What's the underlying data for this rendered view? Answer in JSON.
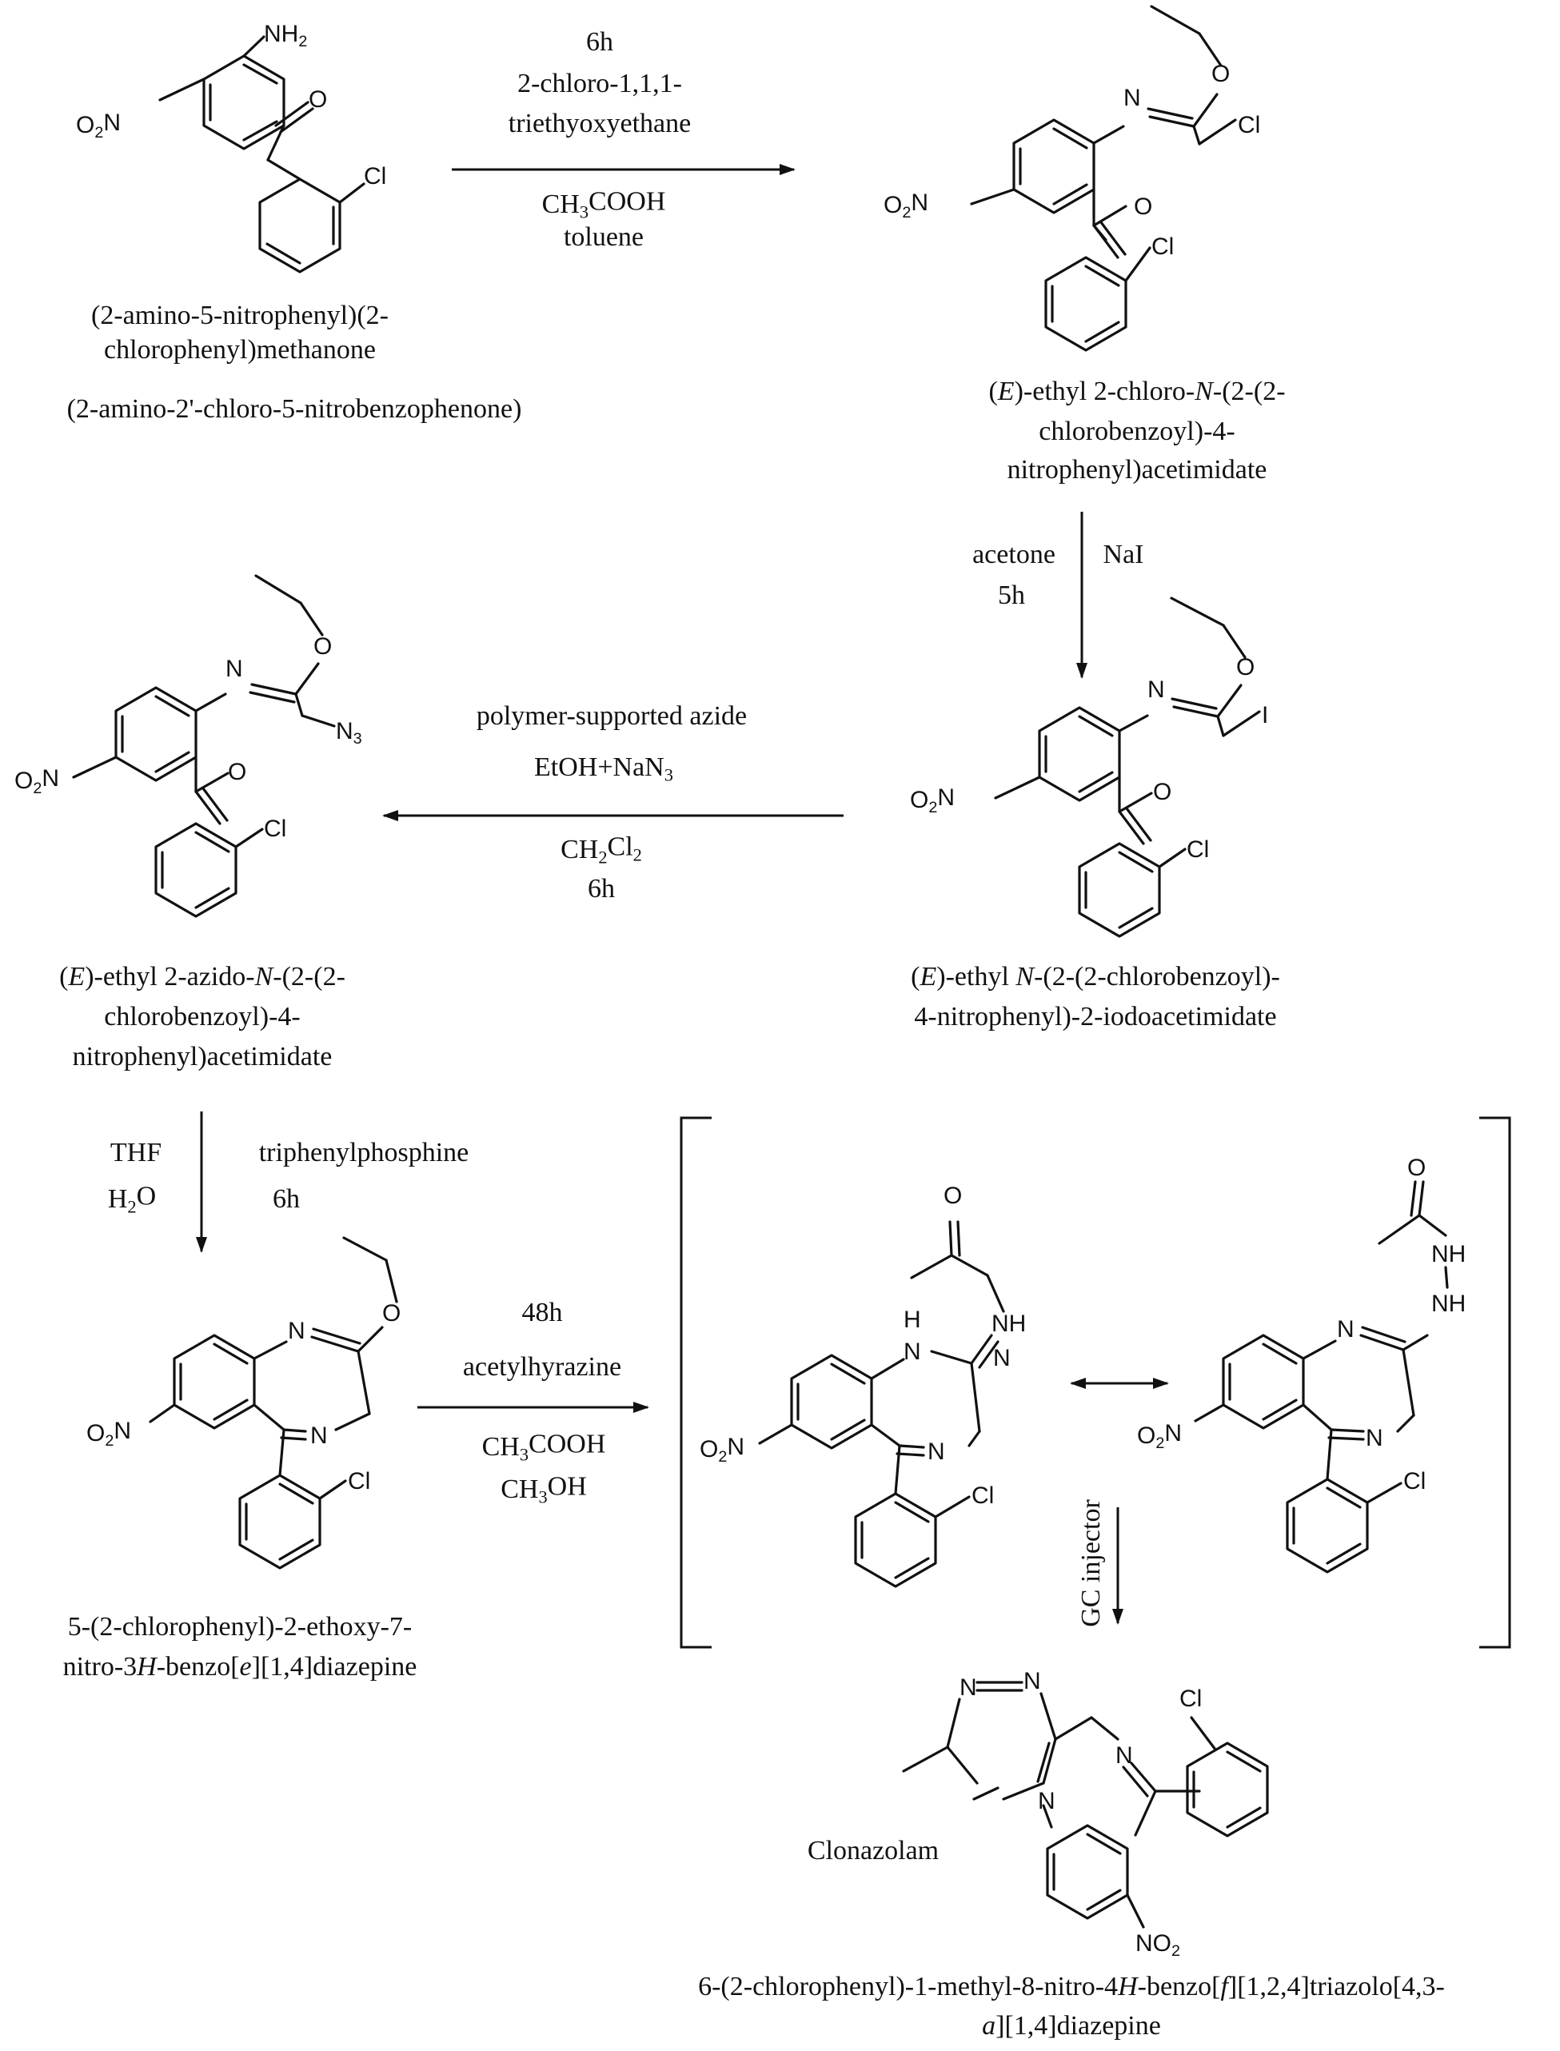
{
  "compounds": {
    "c1": {
      "name_lines": [
        "(2-amino-5-nitrophenyl)(2-",
        "chlorophenyl)methanone"
      ],
      "alt_name": "(2-amino-2'-chloro-5-nitrobenzophenone)"
    },
    "c2": {
      "name_lines": [
        [
          {
            "t": "("
          },
          {
            "t": "E",
            "i": true
          },
          {
            "t": ")-ethyl 2-chloro-"
          },
          {
            "t": "N",
            "i": true
          },
          {
            "t": "-(2-(2-"
          }
        ],
        [
          {
            "t": "chlorobenzoyl)-4-"
          }
        ],
        [
          {
            "t": "nitrophenyl)acetimidate"
          }
        ]
      ]
    },
    "c3": {
      "name_lines": [
        [
          {
            "t": "("
          },
          {
            "t": "E",
            "i": true
          },
          {
            "t": ")-ethyl "
          },
          {
            "t": "N",
            "i": true
          },
          {
            "t": "-(2-(2-chlorobenzoyl)-"
          }
        ],
        [
          {
            "t": "4-nitrophenyl)-2-iodoacetimidate"
          }
        ]
      ]
    },
    "c4": {
      "name_lines": [
        [
          {
            "t": "("
          },
          {
            "t": "E",
            "i": true
          },
          {
            "t": ")-ethyl 2-azido-"
          },
          {
            "t": "N",
            "i": true
          },
          {
            "t": "-(2-(2-"
          }
        ],
        [
          {
            "t": "chlorobenzoyl)-4-"
          }
        ],
        [
          {
            "t": "nitrophenyl)acetimidate"
          }
        ]
      ]
    },
    "c5": {
      "name_lines": [
        [
          {
            "t": "5-(2-chlorophenyl)-2-ethoxy-7-"
          }
        ],
        [
          {
            "t": "nitro-3"
          },
          {
            "t": "H",
            "i": true
          },
          {
            "t": "-benzo["
          },
          {
            "t": "e",
            "i": true
          },
          {
            "t": "][1,4]diazepine"
          }
        ]
      ]
    },
    "c8": {
      "label": "Clonazolam",
      "name_lines": [
        [
          {
            "t": "6-(2-chlorophenyl)-1-methyl-8-nitro-4"
          },
          {
            "t": "H",
            "i": true
          },
          {
            "t": "-benzo["
          },
          {
            "t": "f",
            "i": true
          },
          {
            "t": "][1,2,4]triazolo[4,3-"
          }
        ],
        [
          {
            "t": "a",
            "i": true
          },
          {
            "t": "][1,4]diazepine"
          }
        ]
      ]
    }
  },
  "reactions": {
    "r1": {
      "above": [
        "6h",
        "2-chloro-1,1,1-",
        "triethyoxyethane"
      ],
      "below": [
        [
          {
            "t": "CH"
          },
          {
            "t": "3",
            "s": true
          },
          {
            "t": "COOH"
          }
        ],
        [
          {
            "t": "toluene"
          }
        ]
      ]
    },
    "r2": {
      "left": [
        "acetone",
        "5h"
      ],
      "right": [
        "NaI"
      ]
    },
    "r3": {
      "above": [
        [
          {
            "t": "polymer-supported azide"
          }
        ],
        [
          {
            "t": "EtOH+NaN"
          },
          {
            "t": "3",
            "s": true
          }
        ]
      ],
      "below": [
        [
          {
            "t": "CH"
          },
          {
            "t": "2",
            "s": true
          },
          {
            "t": "Cl"
          },
          {
            "t": "2",
            "s": true
          }
        ],
        [
          {
            "t": "6h"
          }
        ]
      ]
    },
    "r4": {
      "left": [
        [
          {
            "t": "THF"
          }
        ],
        [
          {
            "t": "H"
          },
          {
            "t": "2",
            "s": true
          },
          {
            "t": "O"
          }
        ]
      ],
      "right": [
        "triphenylphosphine",
        "6h"
      ]
    },
    "r5": {
      "above": [
        "48h",
        "acetylhyrazine"
      ],
      "below": [
        [
          {
            "t": "CH"
          },
          {
            "t": "3",
            "s": true
          },
          {
            "t": "COOH"
          }
        ],
        [
          {
            "t": "CH"
          },
          {
            "t": "3",
            "s": true
          },
          {
            "t": "OH"
          }
        ]
      ]
    },
    "r6": {
      "label": "GC injector"
    }
  },
  "atoms": {
    "NH2": [
      {
        "t": "NH"
      },
      {
        "t": "2",
        "s": true
      }
    ],
    "NO2_left": [
      {
        "t": "O"
      },
      {
        "t": "2",
        "s": true
      },
      {
        "t": "N"
      }
    ],
    "NO2_right": [
      {
        "t": "NO"
      },
      {
        "t": "2",
        "s": true
      }
    ],
    "N3": [
      {
        "t": "N"
      },
      {
        "t": "3",
        "s": true
      }
    ],
    "Cl": "Cl",
    "O": "O",
    "N": "N",
    "NH": "NH",
    "H": "H",
    "I": "I"
  }
}
